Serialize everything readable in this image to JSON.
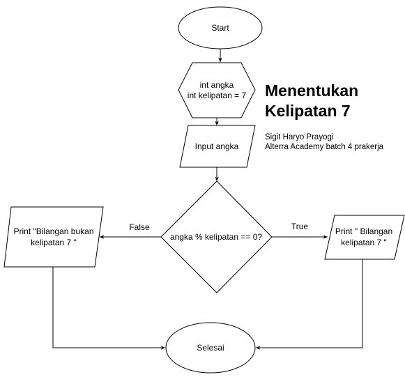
{
  "diagram": {
    "nodes": {
      "start": "Start",
      "declare": [
        "int angka",
        "int kelipatan = 7"
      ],
      "input": "Input angka",
      "decision": "angka % kelipatan == 0?",
      "print_false": [
        "Print \"Bilangan bukan",
        "kelipatan 7 \""
      ],
      "print_true": [
        "Print \" Bilangan",
        "kelipatan 7 \""
      ],
      "end": "Selesai"
    },
    "edges": {
      "false_label": "False",
      "true_label": "True"
    }
  },
  "title": [
    "Menentukan",
    "Kelipatan 7"
  ],
  "author": [
    "Sigit Haryo Prayogi",
    "Alterra Academy batch 4 prakerja"
  ],
  "colors": {
    "stroke": "#000000",
    "fill": "#ffffff"
  }
}
